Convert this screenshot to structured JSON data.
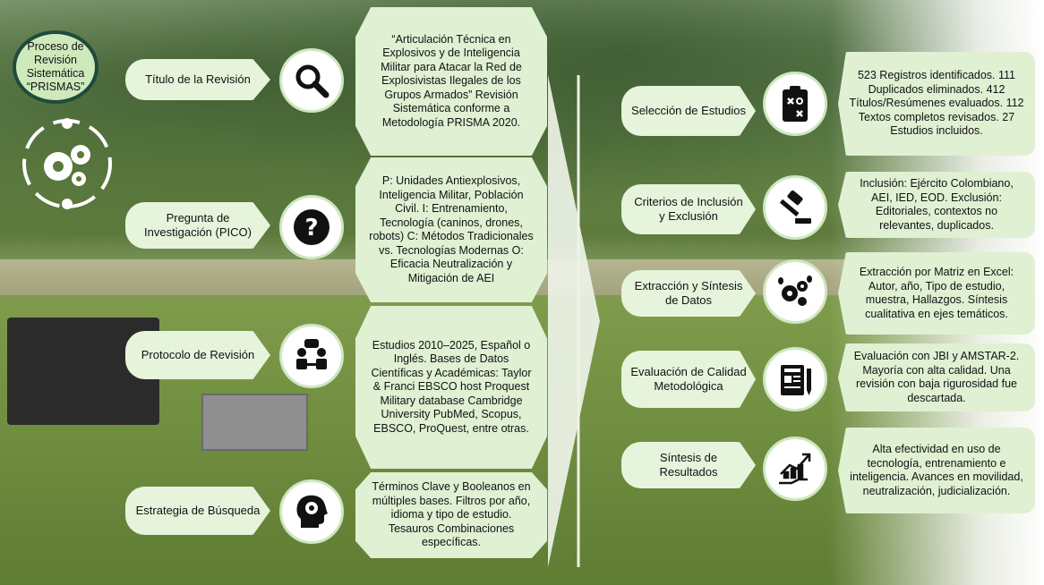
{
  "title": "Proceso de Revisión Sistemática “PRISMAS”",
  "left_steps": [
    {
      "label": "Título de la Revisión",
      "icon": "magnifier-icon",
      "text": "“Articulación Técnica en Explosivos y de Inteligencia Militar para Atacar la Red de Explosivistas Ilegales de los Grupos Armados” Revisión Sistemática conforme a Metodología PRISMA 2020."
    },
    {
      "label": "Pregunta de Investigación (PICO)",
      "icon": "question-icon",
      "text": "P: Unidades Antiexplosivos, Inteligencia Militar, Población Civil. I: Entrenamiento, Tecnología (caninos, drones, robots) C: Métodos Tradicionales vs. Tecnologías Modernas O: Eficacia Neutralización y Mitigación de AEI"
    },
    {
      "label": "Protocolo de Revisión",
      "icon": "meeting-icon",
      "text": "Estudios 2010–2025, Español o Inglés. Bases de Datos Científicas y Académicas: Taylor & Franci EBSCO host Proquest Military database Cambridge University PubMed, Scopus, EBSCO, ProQuest, entre otras."
    },
    {
      "label": "Estrategia de Búsqueda",
      "icon": "head-gear-icon",
      "text": "Términos Clave y Booleanos en múltiples bases. Filtros por año, idioma y tipo de estudio. Tesauros Combinaciones específicas."
    }
  ],
  "right_steps": [
    {
      "label": "Selección de Estudios",
      "icon": "clipboard-strategy-icon",
      "text": "523 Registros identificados. 111 Duplicados eliminados. 412 Títulos/Resúmenes evaluados. 112 Textos completos revisados. 27 Estudios incluidos."
    },
    {
      "label": "Criterios de Inclusión y Exclusión",
      "icon": "gavel-icon",
      "text": "Inclusión: Ejército Colombiano, AEI, IED, EOD. Exclusión: Editoriales, contextos no relevantes, duplicados."
    },
    {
      "label": "Extracción y Síntesis de Datos",
      "icon": "gears-bulb-icon",
      "text": "Extracción por Matriz en Excel: Autor, año, Tipo de estudio, muestra, Hallazgos. Síntesis cualitativa en ejes temáticos."
    },
    {
      "label": "Evaluación de Calidad Metodológica",
      "icon": "report-pencil-icon",
      "text": "Evaluación con JBI y AMSTAR-2. Mayoría con alta calidad. Una revisión con baja rigurosidad fue descartada."
    },
    {
      "label": "Síntesis de Resultados",
      "icon": "growth-chart-icon",
      "text": "Alta efectividad en uso de tecnología, entrenamiento e inteligencia. Avances en movilidad, neutralización, judicialización."
    }
  ],
  "colors": {
    "label_fill": "#e6f4dc",
    "desc_fill": "#dff0d3",
    "oval_border": "#1f4b3a",
    "circle_border": "#cfe7c0"
  }
}
